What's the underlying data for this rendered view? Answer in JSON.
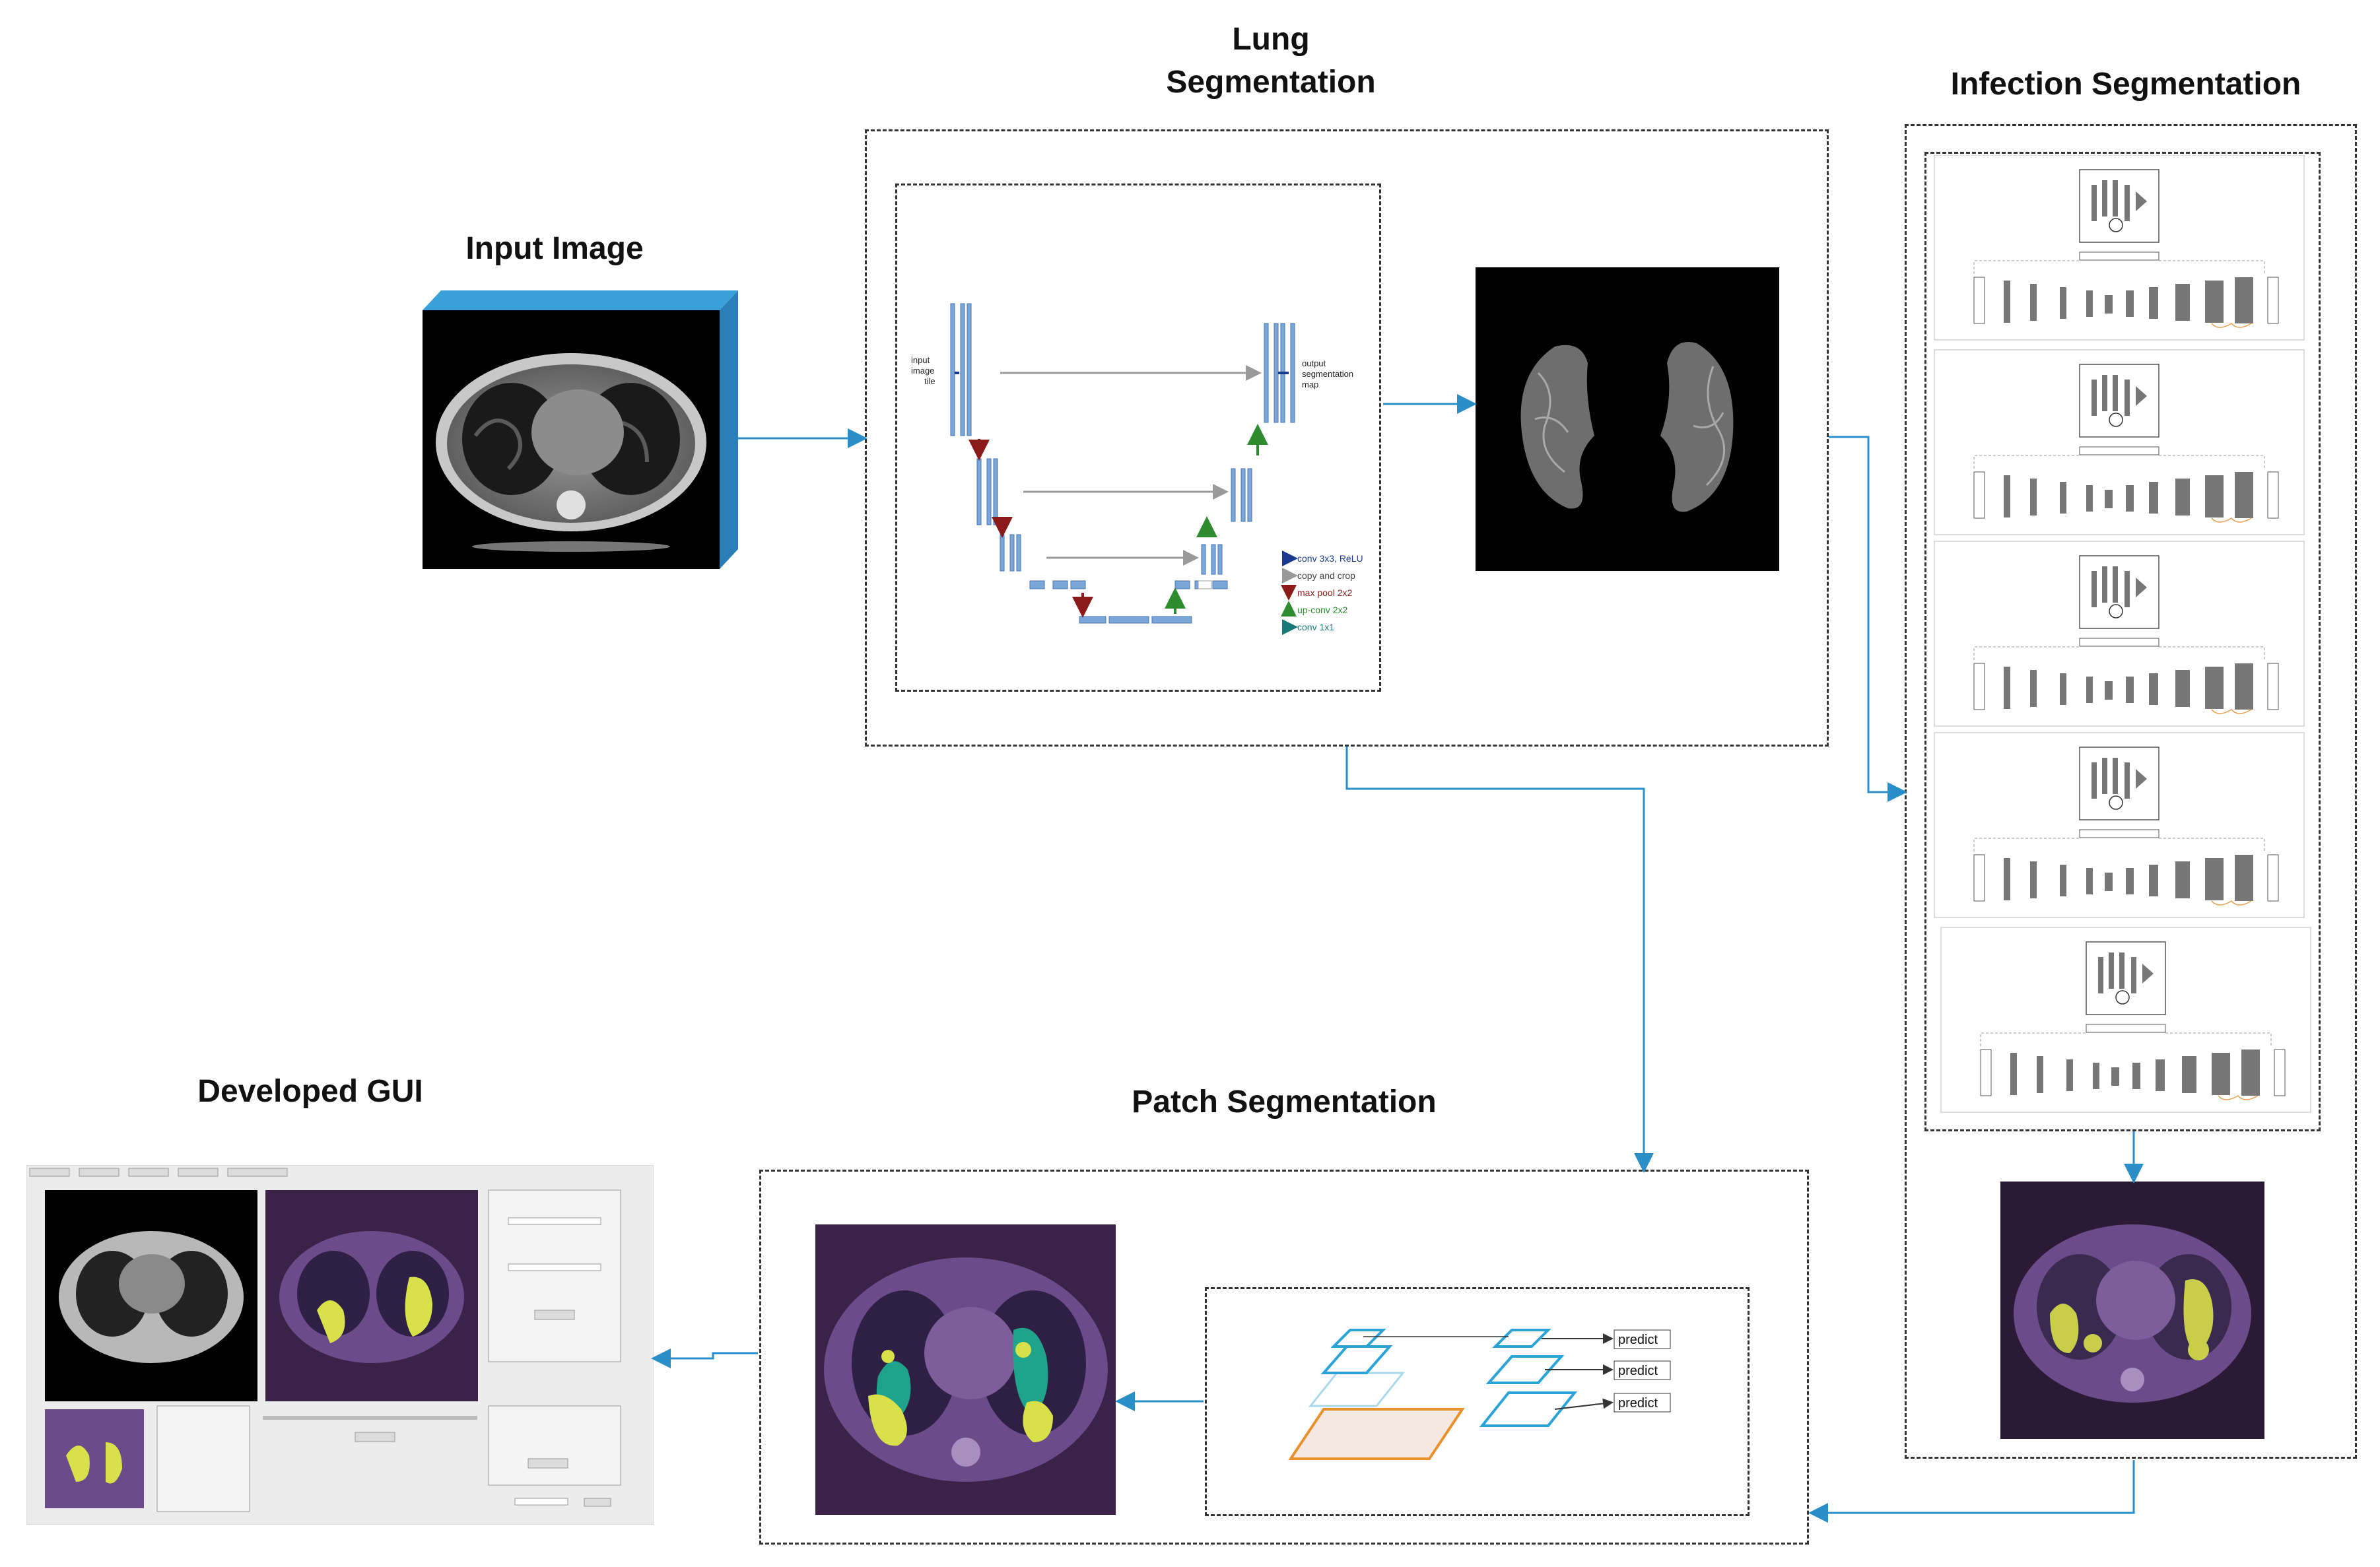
{
  "titles": {
    "input": "Input Image",
    "lung": "Lung Segmentation",
    "infection": "Infection Segmentation",
    "gui": "Developed GUI",
    "patch": "Patch Segmentation"
  },
  "unet": {
    "input_label": [
      "input",
      "image",
      "tile"
    ],
    "output_label": [
      "output",
      "segmentation",
      "map"
    ],
    "legend": [
      {
        "label": "conv 3x3, ReLU",
        "color": "#1a3a8f"
      },
      {
        "label": "copy and crop",
        "color": "#9a9a9a"
      },
      {
        "label": "max pool 2x2",
        "color": "#8b1a1a"
      },
      {
        "label": "up-conv 2x2",
        "color": "#2e8b2e"
      },
      {
        "label": "conv 1x1",
        "color": "#1a7a7a"
      }
    ]
  },
  "patch": {
    "predict_labels": [
      "predict",
      "predict",
      "predict"
    ]
  },
  "colors": {
    "arrow": "#2a8fc8",
    "box_edge": "#3a9bd8",
    "patch_blue": "#2aa3d8",
    "patch_orange": "#e8902a",
    "mask_yellow": "#d8e04a",
    "mask_teal": "#1fa38a",
    "mask_purple": "#6b4b8a"
  }
}
